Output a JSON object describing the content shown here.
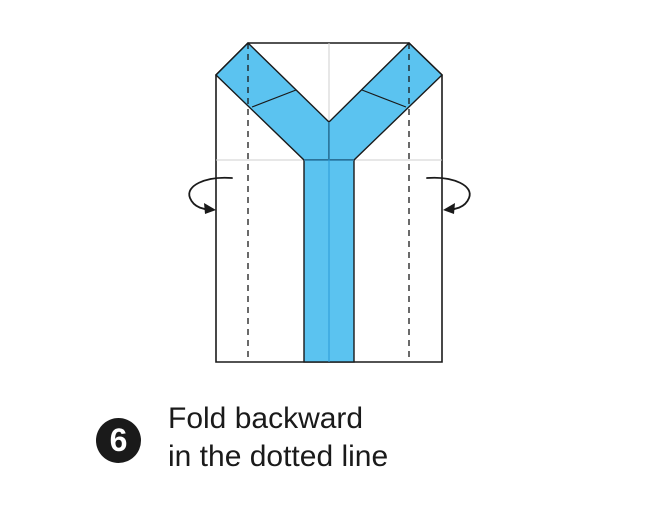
{
  "step": {
    "number": "6"
  },
  "instruction": {
    "line1": "Fold backward",
    "line2": "in the dotted line"
  },
  "colors": {
    "paper": "#ffffff",
    "outline": "#1a1a1a",
    "blue_face": "#5bc3f0",
    "blue_crease": "#2a9ad6",
    "crease_line": "#cfcfcf",
    "badge": "#1a1a1a"
  },
  "icons": {
    "left_arrow": "curved-arrow-backward-icon",
    "right_arrow": "curved-arrow-backward-icon"
  }
}
